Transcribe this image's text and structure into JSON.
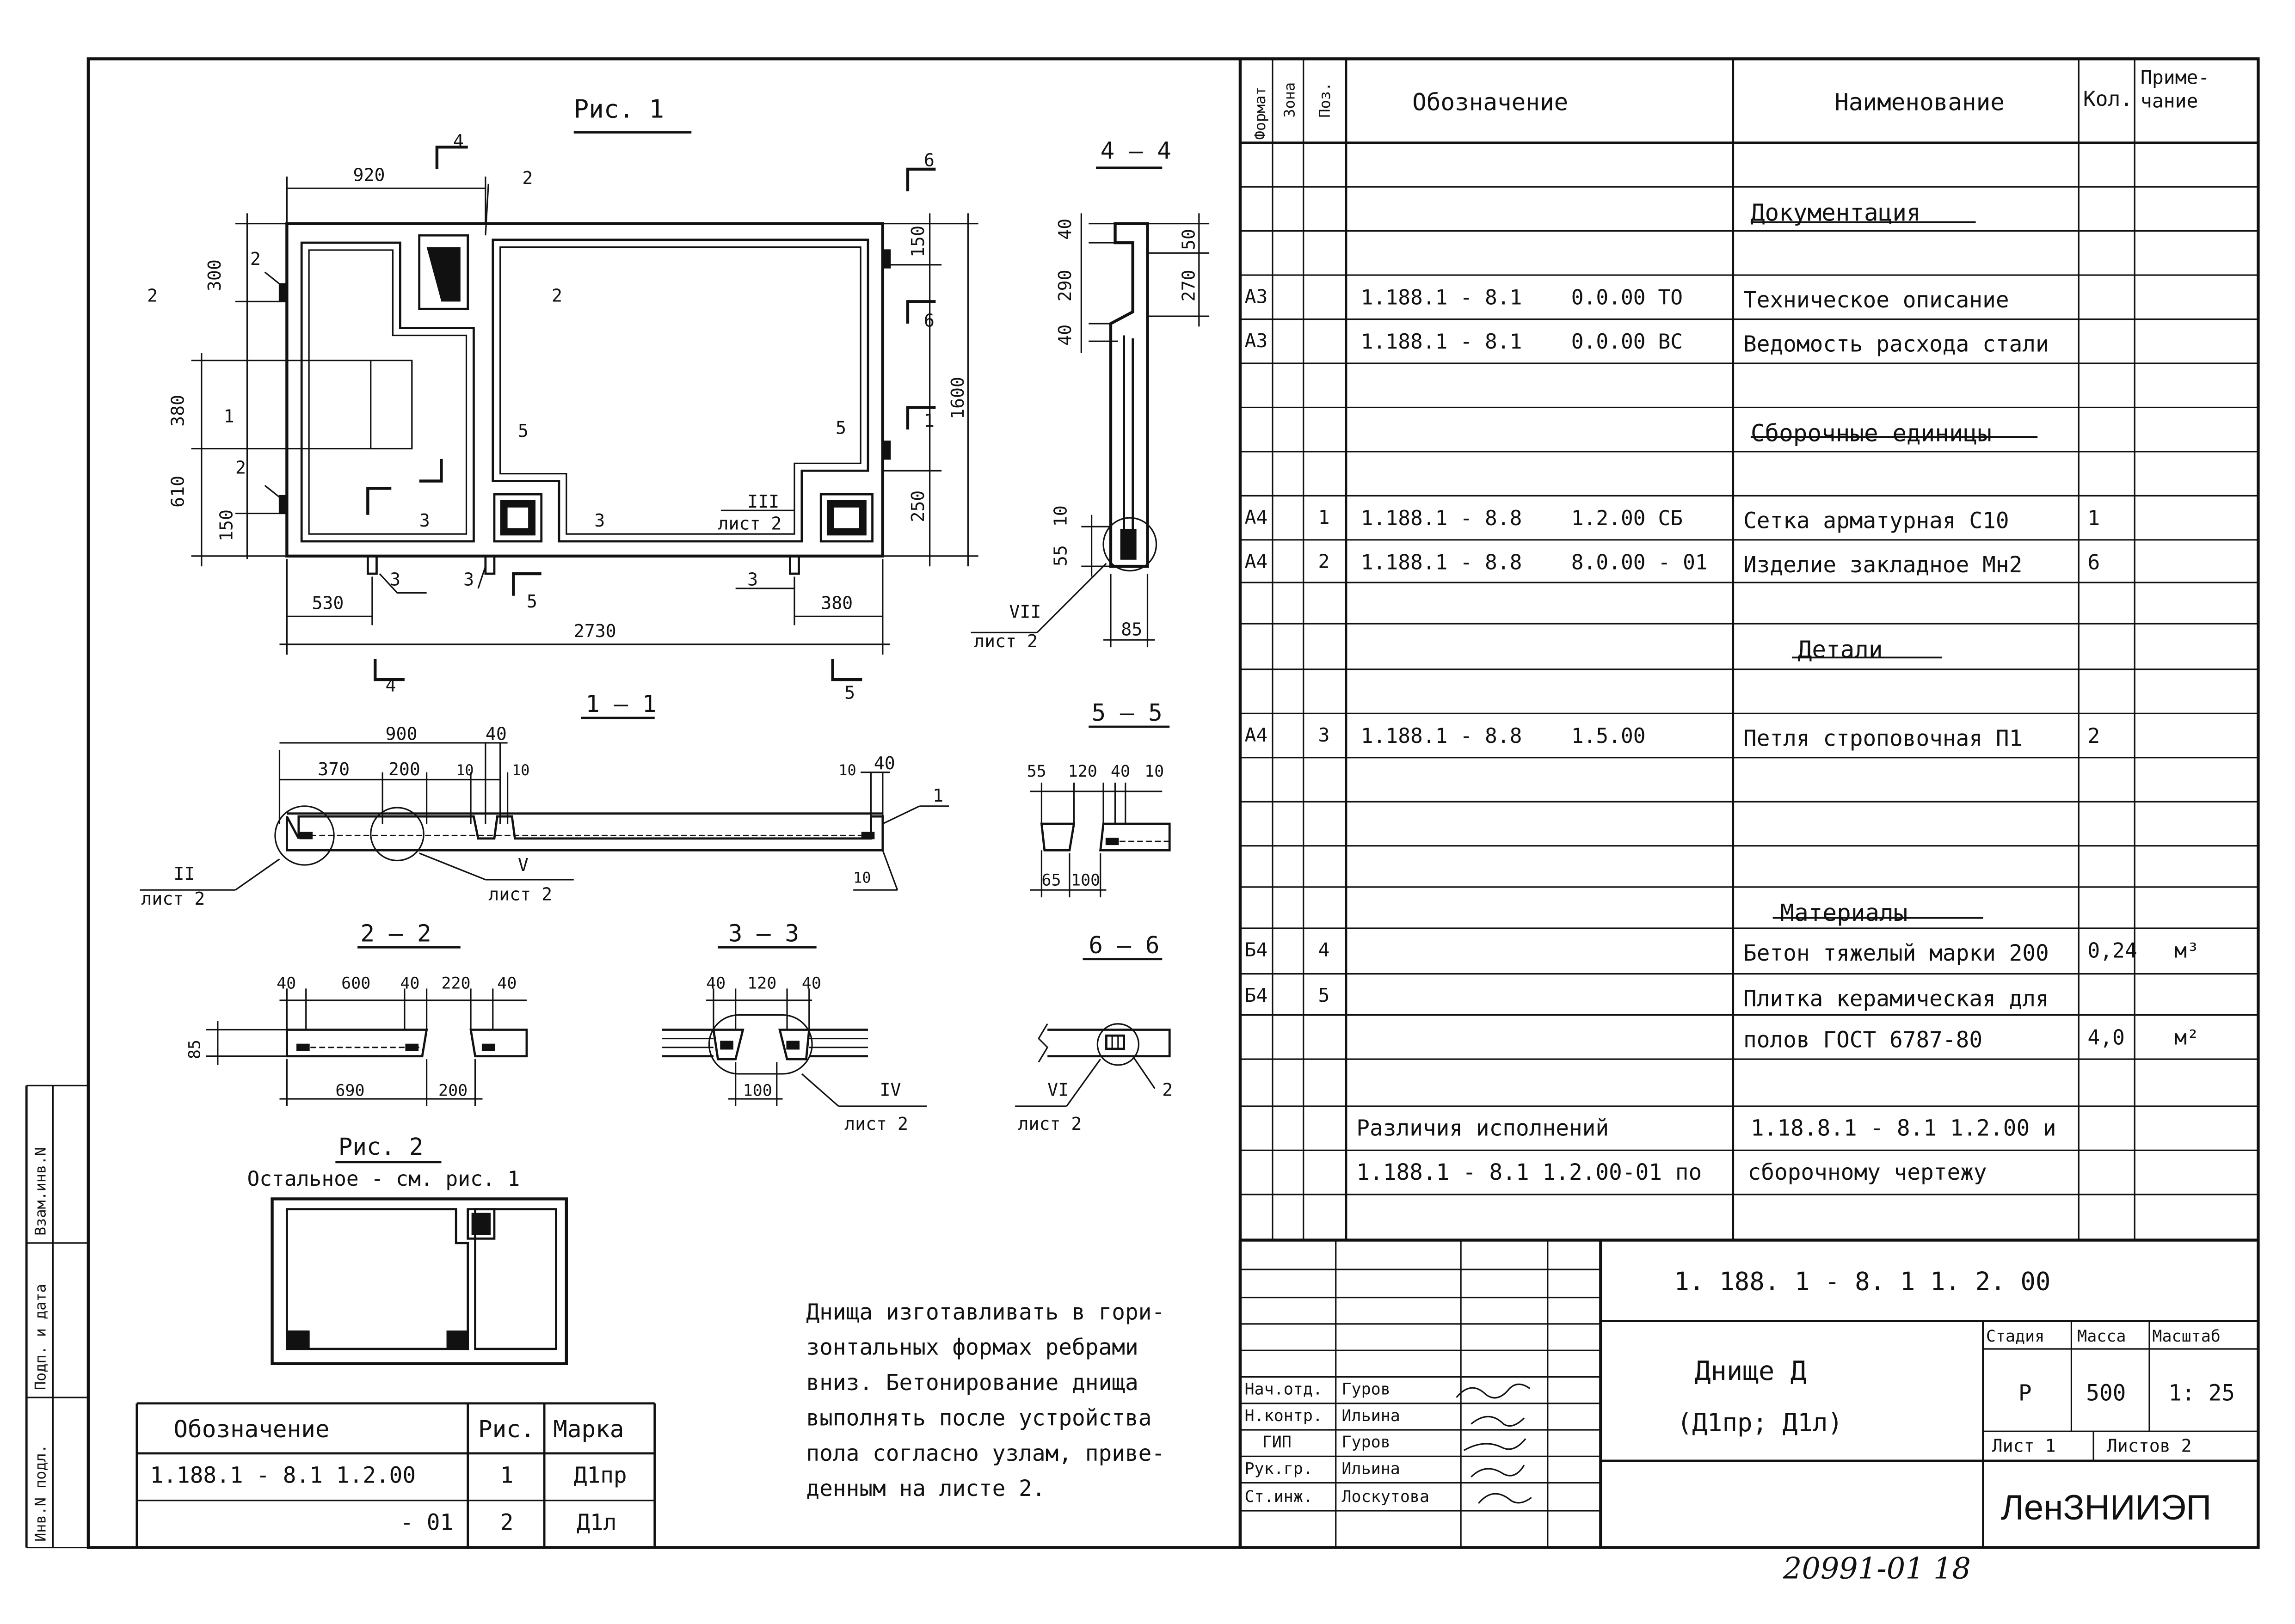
{
  "fig1": {
    "title": "Рис. 1",
    "dims": {
      "d920": "920",
      "d300": "300",
      "d380": "380",
      "d610": "610",
      "d150a": "150",
      "d150b": "150",
      "d1600": "1600",
      "d250": "250",
      "d530": "530",
      "d380b": "380",
      "d2730": "2730"
    },
    "callouts": {
      "c2a": "2",
      "c2b": "2",
      "c2c": "2",
      "c3a": "3",
      "c3b": "3",
      "c3c": "3"
    },
    "sec": {
      "s4": "4",
      "s4b": "4",
      "s6": "6",
      "s6b": "6",
      "s2": "2",
      "s2b": "2",
      "s1": "1",
      "s1b": "1",
      "s5": "5",
      "s5b": "5",
      "s5c": "5",
      "s5d": "5",
      "s3": "3",
      "s3b": "3"
    },
    "ref_num": "III",
    "ref_sheet": "лист 2"
  },
  "s44": {
    "title": "4 – 4",
    "d40": "40",
    "d290": "290",
    "d40b": "40",
    "d50": "50",
    "d270": "270",
    "d10": "10",
    "d55": "55",
    "d85": "85",
    "ref_num": "VII",
    "ref_sheet": "лист 2"
  },
  "s11": {
    "title": "1 – 1",
    "d900": "900",
    "d40": "40",
    "d370": "370",
    "d200": "200",
    "d10a": "10",
    "d10b": "10",
    "d10c": "10",
    "d40b": "40",
    "d10d": "10",
    "pos1": "1",
    "ref2_num": "II",
    "ref2_sheet": "лист 2",
    "ref5_num": "V",
    "ref5_sheet": "лист 2"
  },
  "s55": {
    "title": "5 — 5",
    "d55": "55",
    "d120": "120",
    "d40": "40",
    "d10": "10",
    "d65": "65",
    "d100": "100"
  },
  "s22": {
    "title": "2 – 2",
    "d40a": "40",
    "d600": "600",
    "d40b": "40",
    "d220": "220",
    "d40c": "40",
    "d85": "85",
    "d690": "690",
    "d200": "200"
  },
  "s33": {
    "title": "3 – 3",
    "d40a": "40",
    "d120": "120",
    "d40b": "40",
    "d100": "100",
    "ref_num": "IV",
    "ref_sheet": "лист 2"
  },
  "s66": {
    "title": "6 – 6",
    "ref_num": "VI",
    "ref_sheet": "лист 2",
    "pos2": "2"
  },
  "fig2": {
    "title": "Рис. 2",
    "subtitle": "Остальное - см. рис. 1"
  },
  "spec": {
    "headers": {
      "format": "Формат",
      "zone": "Зона",
      "pos": "Поз.",
      "designation": "Обозначение",
      "name": "Наименование",
      "qty": "Кол.",
      "note": "Приме-\nчание"
    },
    "rows": [
      {
        "format": "",
        "pos": "",
        "des1": "",
        "des2": "",
        "name": "Документация",
        "qty": "",
        "note": "",
        "heading": true
      },
      {
        "format": "А3",
        "pos": "",
        "des1": "1.188.1 - 8.1",
        "des2": "0.0.00 ТО",
        "name": "Техническое описание",
        "qty": "",
        "note": ""
      },
      {
        "format": "А3",
        "pos": "",
        "des1": "1.188.1 - 8.1",
        "des2": "0.0.00 ВС",
        "name": "Ведомость расхода стали",
        "qty": "",
        "note": ""
      },
      {
        "format": "",
        "pos": "",
        "des1": "",
        "des2": "",
        "name": "Сборочные единицы",
        "qty": "",
        "note": "",
        "heading": true
      },
      {
        "format": "А4",
        "pos": "1",
        "des1": "1.188.1 - 8.8",
        "des2": "1.2.00 СБ",
        "name": "Сетка арматурная С10",
        "qty": "1",
        "note": ""
      },
      {
        "format": "А4",
        "pos": "2",
        "des1": "1.188.1 - 8.8",
        "des2": "8.0.00 - 01",
        "name": "Изделие закладное Мн2",
        "qty": "6",
        "note": ""
      },
      {
        "format": "",
        "pos": "",
        "des1": "",
        "des2": "",
        "name": "Детали",
        "qty": "",
        "note": "",
        "heading": true
      },
      {
        "format": "А4",
        "pos": "3",
        "des1": "1.188.1 - 8.8",
        "des2": "1.5.00",
        "name": "Петля строповочная П1",
        "qty": "2",
        "note": ""
      },
      {
        "format": "",
        "pos": "",
        "des1": "",
        "des2": "",
        "name": "Материалы",
        "qty": "",
        "note": "",
        "heading": true
      },
      {
        "format": "Б4",
        "pos": "4",
        "des1": "",
        "des2": "",
        "name": "Бетон тяжелый марки 200",
        "qty": "0,24",
        "note": "м³"
      },
      {
        "format": "Б4",
        "pos": "5",
        "des1": "",
        "des2": "",
        "name": "Плитка керамическая для",
        "qty": "",
        "note": ""
      },
      {
        "format": "",
        "pos": "",
        "des1": "",
        "des2": "",
        "name": "полов ГОСТ 6787-80",
        "qty": "4,0",
        "note": "м²"
      }
    ],
    "diff": {
      "a": "Различия исполнений",
      "b": "1.18.8.1 - 8.1   1.2.00 и",
      "c": "1.188.1 - 8.1   1.2.00-01   по",
      "d": "сборочному чертежу"
    }
  },
  "note_text": [
    "Днища изготавливать в гори-",
    "зонтальных формах ребрами",
    "вниз. Бетонирование днища",
    "выполнять после устройства",
    "пола согласно узлам, приве-",
    "денным на листе 2."
  ],
  "marks": {
    "headers": {
      "designation": "Обозначение",
      "fig": "Рис.",
      "mark": "Марка"
    },
    "rows": [
      {
        "des": "1.188.1 - 8.1   1.2.00",
        "fig": "1",
        "mark": "Д1пр"
      },
      {
        "des": "- 01",
        "fig": "2",
        "mark": "Д1л"
      }
    ]
  },
  "stamp": {
    "code": "1. 188. 1 - 8. 1   1. 2. 00",
    "title1": "Днище Д",
    "title2": "(Д1пр; Д1л)",
    "roles": [
      "Нач.отд.",
      "Н.контр.",
      "ГИП",
      "Рук.гр.",
      "Ст.инж."
    ],
    "names": [
      "Гуров",
      "Ильина",
      "Гуров",
      "Ильина",
      "Лоскутова"
    ],
    "stage_label": "Стадия",
    "mass_label": "Масса",
    "scale_label": "Масштаб",
    "stage": "Р",
    "mass": "500",
    "scale": "1: 25",
    "sheet": "Лист 1",
    "sheets": "Листов 2",
    "org": "ЛенЗНИИЭП"
  },
  "margin": [
    "Инв.N подл.",
    "Подп. и дата",
    "Взам.инв.N"
  ],
  "footer_number": "20991-01   18"
}
